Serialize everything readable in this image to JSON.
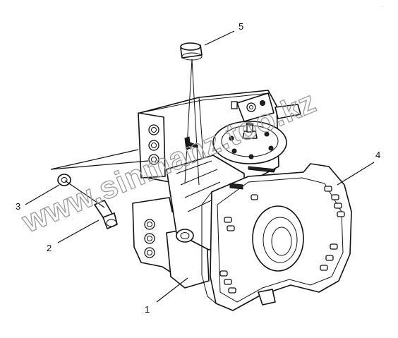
{
  "diagram": {
    "callouts": [
      {
        "id": "1",
        "label": "1"
      },
      {
        "id": "2",
        "label": "2"
      },
      {
        "id": "3",
        "label": "3"
      },
      {
        "id": "4",
        "label": "4"
      },
      {
        "id": "5",
        "label": "5"
      }
    ],
    "watermark": "www.sinmanz.too.kz",
    "colors": {
      "line": "#111111",
      "background": "#ffffff",
      "watermark": "#9a9a9a"
    }
  }
}
